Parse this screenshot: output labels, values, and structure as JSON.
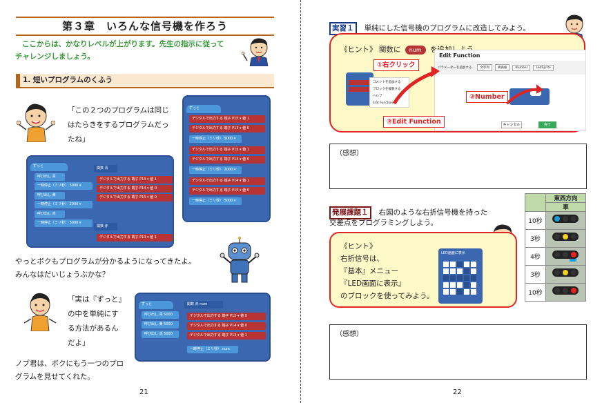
{
  "left_page": {
    "chapter_title": "第３章　いろんな信号機を作ろう",
    "intro": [
      "ここからは、かなりレベルが上がります。先生の指示に従って",
      "チャレンジしましょう。"
    ],
    "section_title": "1. 短いプログラムのくふう",
    "quote1": [
      "「この２つのプログラムは同じ",
      "はたらきをするプログラムだっ",
      "たね」"
    ],
    "robot_text": [
      "やっとボクもプログラムが分かるようになってきたよ。",
      "みんなはだいじょうぶかな？"
    ],
    "quote2": [
      "「実は『ずっと』",
      "の中を単純にす",
      "る方法があるん",
      "だよ」"
    ],
    "nobu_text": [
      "ノブ君は、ボクにもう一つのプロ",
      "グラムを見せてくれた。"
    ],
    "page_number": "21",
    "blocks": {
      "forever": "ずっと",
      "call_green": "呼び出し 青",
      "call_yellow": "呼び出し 黄",
      "call_red": "呼び出し 赤",
      "pause_5000": "一時停止（ミリ秒） 5000 ▾",
      "pause_2000": "一時停止（ミリ秒） 2000 ▾",
      "func_green": "関数 青",
      "func_red": "関数 赤",
      "func_num": "関数 赤 num",
      "dw_p13_1": "デジタルで出力する 端子 P13 ▾ 値 1",
      "dw_p14_0": "デジタルで出力する 端子 P14 ▾ 値 0",
      "dw_p15_0": "デジタルで出力する 端子 P15 ▾ 値 0",
      "dw_p15_1": "デジタルで出力する 端子 P15 ▾ 値 1",
      "dw_p13_0": "デジタルで出力する 端子 P13 ▾ 値 0",
      "dw_p14_1": "デジタルで出力する 端子 P14 ▾ 値 1",
      "pause_num": "一時停止（ミリ秒） num",
      "call_green_5000": "呼び出し 青 5000",
      "call_yellow_2000": "呼び出し 黄 5000",
      "call_red_5000": "呼び出し 赤 5000"
    }
  },
  "right_page": {
    "exercise_label": "実習１",
    "exercise_text": "単純にした信号機のプログラムに改造してみよう。",
    "hint1_prefix": "《ヒント》 関数に",
    "hint1_suffix": "を追加しよう。",
    "num_pill": "num",
    "edit_function_title": "Edit Function",
    "edit_function_param_label": "パラメーターを追加する",
    "type_buttons": [
      "文字列",
      "真偽値",
      "Number",
      "LedSprite"
    ],
    "callout_right_click": "①右クリック",
    "callout_edit": "②Edit Function",
    "callout_number": "③Number",
    "context_menu": [
      "コメントを追加する",
      "ブロックを複製する",
      "ヘルプ",
      "Edit Function"
    ],
    "cancel_label": "キャンセル",
    "ok_label": "完了",
    "impression": "（感想）",
    "dev_label": "発展課題１",
    "dev_text": [
      "右図のような右折信号機を持った",
      "交差点をプログラミングしよう。"
    ],
    "hint2": [
      "《ヒント》",
      "右折信号は、",
      "『基本』メニュー",
      "『LED画面に表示』",
      "のブロックを使ってみよう。"
    ],
    "led_block_label": "LED画面に表示",
    "table_header": "東西方向",
    "table_subheader": "車",
    "table_times": [
      "10秒",
      "3秒",
      "4秒",
      "3秒",
      "10秒"
    ],
    "impression2": "（感想）",
    "page_number": "22"
  },
  "colors": {
    "brown": "#b5651d",
    "green_text": "#3a9a3a",
    "block_red": "#b83434",
    "block_blue": "#4c97d9",
    "panel_blue": "#3b67b0",
    "hint_bg": "#fff9c8",
    "hint_border": "#e02424"
  }
}
